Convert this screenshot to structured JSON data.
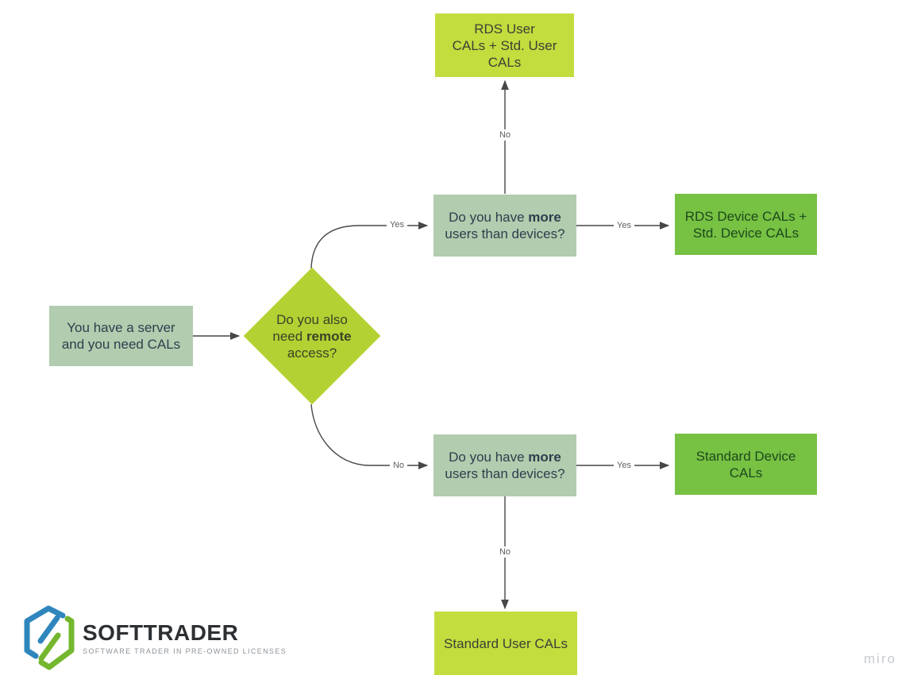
{
  "colors": {
    "yellow_green": "#c3dc3e",
    "diamond_green": "#b2d233",
    "sage_green": "#b1ccae",
    "bright_green": "#77c143",
    "line": "#474747",
    "logo_blue": "#2e86bd",
    "logo_green": "#74b72e"
  },
  "nodes": {
    "rds_user_cals": {
      "line1": "RDS User",
      "line2": "CALs + Std. User",
      "line3": "CALs"
    },
    "users_vs_devices_top": {
      "prefix": "Do you have ",
      "bold": "more",
      "line2": "users than devices?"
    },
    "rds_device_cals": {
      "line1": "RDS Device CALs +",
      "line2": "Std. Device CALs"
    },
    "start": {
      "line1": "You have a server",
      "line2": "and you need CALs"
    },
    "remote_decision": {
      "line1": "Do you",
      "line2": "also need",
      "bold": "remote",
      "line4": "access?"
    },
    "users_vs_devices_bottom": {
      "prefix": "Do you have ",
      "bold": "more",
      "line2": "users than devices?"
    },
    "standard_device_cals": {
      "line1": "Standard Device",
      "line2": "CALs"
    },
    "standard_user_cals": {
      "line1": "Standard User CALs"
    }
  },
  "edge_labels": {
    "no_to_rds_user": "No",
    "yes_to_users_top": "Yes",
    "yes_to_rds_device": "Yes",
    "no_to_users_bottom": "No",
    "yes_to_std_device": "Yes",
    "no_to_std_user": "No"
  },
  "logo": {
    "brand": "SOFTTRADER",
    "tagline": "SOFTWARE TRADER IN PRE-OWNED LICENSES"
  },
  "watermark": "miro"
}
